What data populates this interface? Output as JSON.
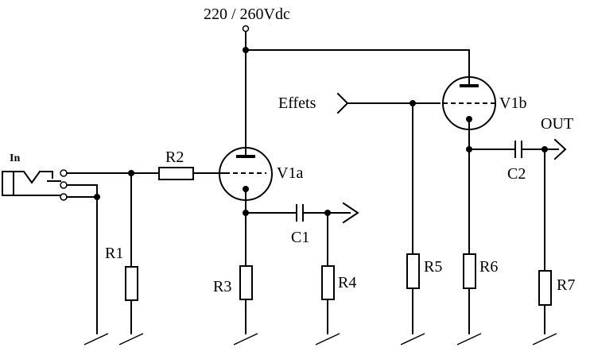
{
  "supply": {
    "label": "220 / 260Vdc"
  },
  "input": {
    "label": "In"
  },
  "output": {
    "label": "OUT"
  },
  "effects": {
    "label": "Effets"
  },
  "tubes": {
    "v1a": "V1a",
    "v1b": "V1b"
  },
  "resistors": {
    "r1": "R1",
    "r2": "R2",
    "r3": "R3",
    "r4": "R4",
    "r5": "R5",
    "r6": "R6",
    "r7": "R7"
  },
  "capacitors": {
    "c1": "C1",
    "c2": "C2"
  }
}
